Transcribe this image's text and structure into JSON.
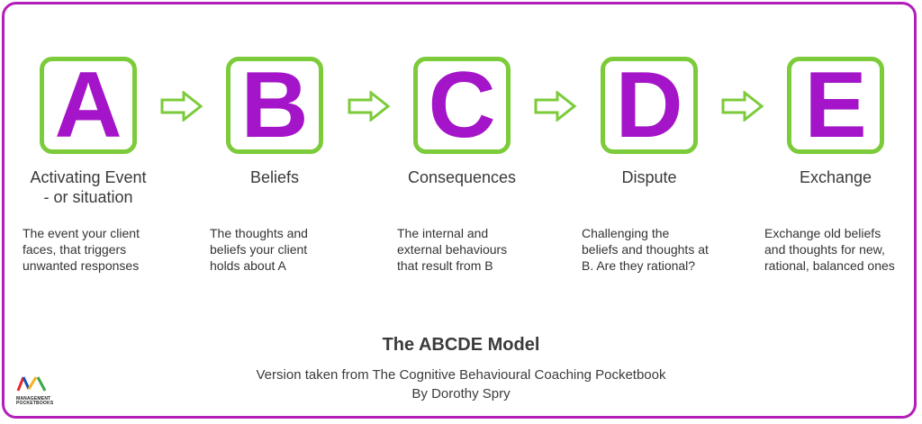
{
  "steps": [
    {
      "letter": "A",
      "label_line1": "Activating Event",
      "label_line2": "- or situation",
      "desc_line1": "The event your client",
      "desc_line2": "faces, that triggers",
      "desc_line3": "unwanted responses"
    },
    {
      "letter": "B",
      "label_line1": "Beliefs",
      "label_line2": "",
      "desc_line1": "The thoughts and",
      "desc_line2": "beliefs your client",
      "desc_line3": "holds about A"
    },
    {
      "letter": "C",
      "label_line1": "Consequences",
      "label_line2": "",
      "desc_line1": "The internal and",
      "desc_line2": "external behaviours",
      "desc_line3": "that result from B"
    },
    {
      "letter": "D",
      "label_line1": "Dispute",
      "label_line2": "",
      "desc_line1": "Challenging the",
      "desc_line2": "beliefs and thoughts at",
      "desc_line3": "B. Are they rational?"
    },
    {
      "letter": "E",
      "label_line1": "Exchange",
      "label_line2": "",
      "desc_line1": "Exchange old beliefs",
      "desc_line2": "and thoughts for new,",
      "desc_line3": "rational, balanced ones"
    }
  ],
  "title": "The ABCDE Model",
  "subtitle_line1": "Version taken from The Cognitive Behavioural Coaching Pocketbook",
  "subtitle_line2": "By Dorothy Spry",
  "logo": {
    "line1": "MANAGEMENT",
    "line2": "POCKETBOOKS"
  },
  "colors": {
    "border": "#b21fb8",
    "letter": "#a414c8",
    "box": "#7ccb3a"
  }
}
